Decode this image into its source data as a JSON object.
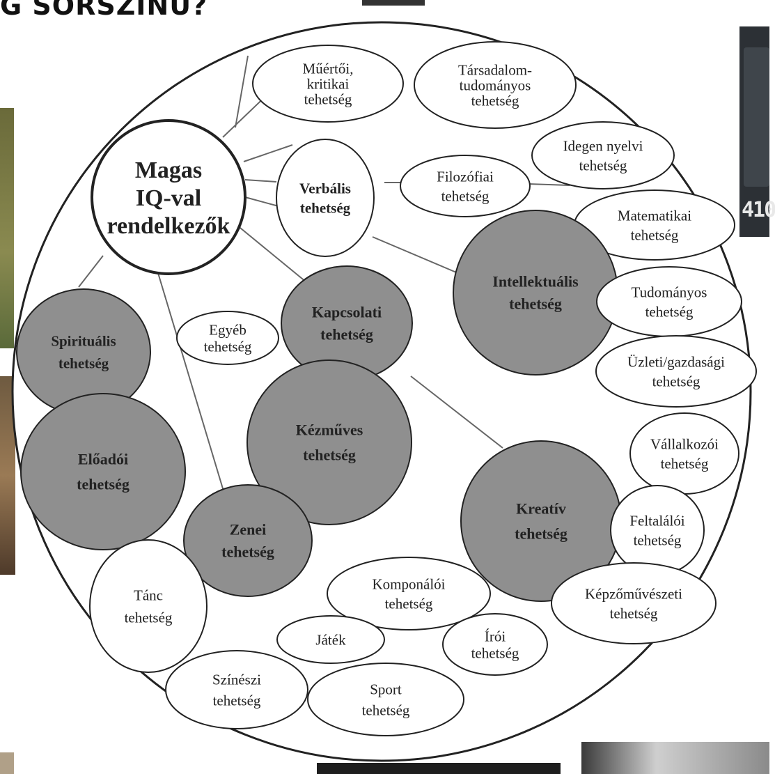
{
  "page": {
    "heading": "G SORSZÍNŰ?",
    "panel_number_fragment": "410"
  },
  "colors": {
    "filled_node": "#8f8f8f",
    "outline": "#222222",
    "background": "#ffffff"
  },
  "diagram": {
    "center_node": {
      "lines": [
        "Magas",
        "IQ-val",
        "rendelkezők"
      ]
    },
    "nodes": [
      {
        "id": "muertoi",
        "lines": [
          "Műértői,",
          "kritikai",
          "tehetség"
        ],
        "filled": false
      },
      {
        "id": "tarsadalom",
        "lines": [
          "Társadalom-",
          "tudományos",
          "tehetség"
        ],
        "filled": false
      },
      {
        "id": "verbalis",
        "lines": [
          "Verbális",
          "tehetség"
        ],
        "filled": false,
        "bold": true
      },
      {
        "id": "filozofiai",
        "lines": [
          "Filozófiai",
          "tehetség"
        ],
        "filled": false
      },
      {
        "id": "idegen",
        "lines": [
          "Idegen nyelvi",
          "tehetség"
        ],
        "filled": false
      },
      {
        "id": "matematikai",
        "lines": [
          "Matematikai",
          "tehetség"
        ],
        "filled": false
      },
      {
        "id": "intellektualis",
        "lines": [
          "Intellektuális",
          "tehetség"
        ],
        "filled": true
      },
      {
        "id": "tudomanyos",
        "lines": [
          "Tudományos",
          "tehetség"
        ],
        "filled": false
      },
      {
        "id": "uzleti",
        "lines": [
          "Üzleti/gazdasági",
          "tehetség"
        ],
        "filled": false
      },
      {
        "id": "kapcsolati",
        "lines": [
          "Kapcsolati",
          "tehetség"
        ],
        "filled": true
      },
      {
        "id": "egyeb",
        "lines": [
          "Egyéb",
          "tehetség"
        ],
        "filled": false
      },
      {
        "id": "spiritualis",
        "lines": [
          "Spirituális",
          "tehetség"
        ],
        "filled": true
      },
      {
        "id": "eloadoi",
        "lines": [
          "Előadói",
          "tehetség"
        ],
        "filled": true
      },
      {
        "id": "kezmuves",
        "lines": [
          "Kézműves",
          "tehetség"
        ],
        "filled": true
      },
      {
        "id": "vallalkozoi",
        "lines": [
          "Vállalkozói",
          "tehetség"
        ],
        "filled": false
      },
      {
        "id": "kreativ",
        "lines": [
          "Kreatív",
          "tehetség"
        ],
        "filled": true
      },
      {
        "id": "feltalaloi",
        "lines": [
          "Feltalálói",
          "tehetség"
        ],
        "filled": false
      },
      {
        "id": "zenei",
        "lines": [
          "Zenei",
          "tehetség"
        ],
        "filled": true
      },
      {
        "id": "tanc",
        "lines": [
          "Tánc",
          "tehetség"
        ],
        "filled": false
      },
      {
        "id": "komponaloi",
        "lines": [
          "Komponálói",
          "tehetség"
        ],
        "filled": false
      },
      {
        "id": "kepzomuveszeti",
        "lines": [
          "Képzőművészeti",
          "tehetség"
        ],
        "filled": false
      },
      {
        "id": "jatek",
        "lines": [
          "Játék"
        ],
        "filled": false
      },
      {
        "id": "iroi",
        "lines": [
          "Írói",
          "tehetség"
        ],
        "filled": false
      },
      {
        "id": "szineszi",
        "lines": [
          "Színészi",
          "tehetség"
        ],
        "filled": false
      },
      {
        "id": "sport",
        "lines": [
          "Sport",
          "tehetség"
        ],
        "filled": false
      }
    ]
  }
}
